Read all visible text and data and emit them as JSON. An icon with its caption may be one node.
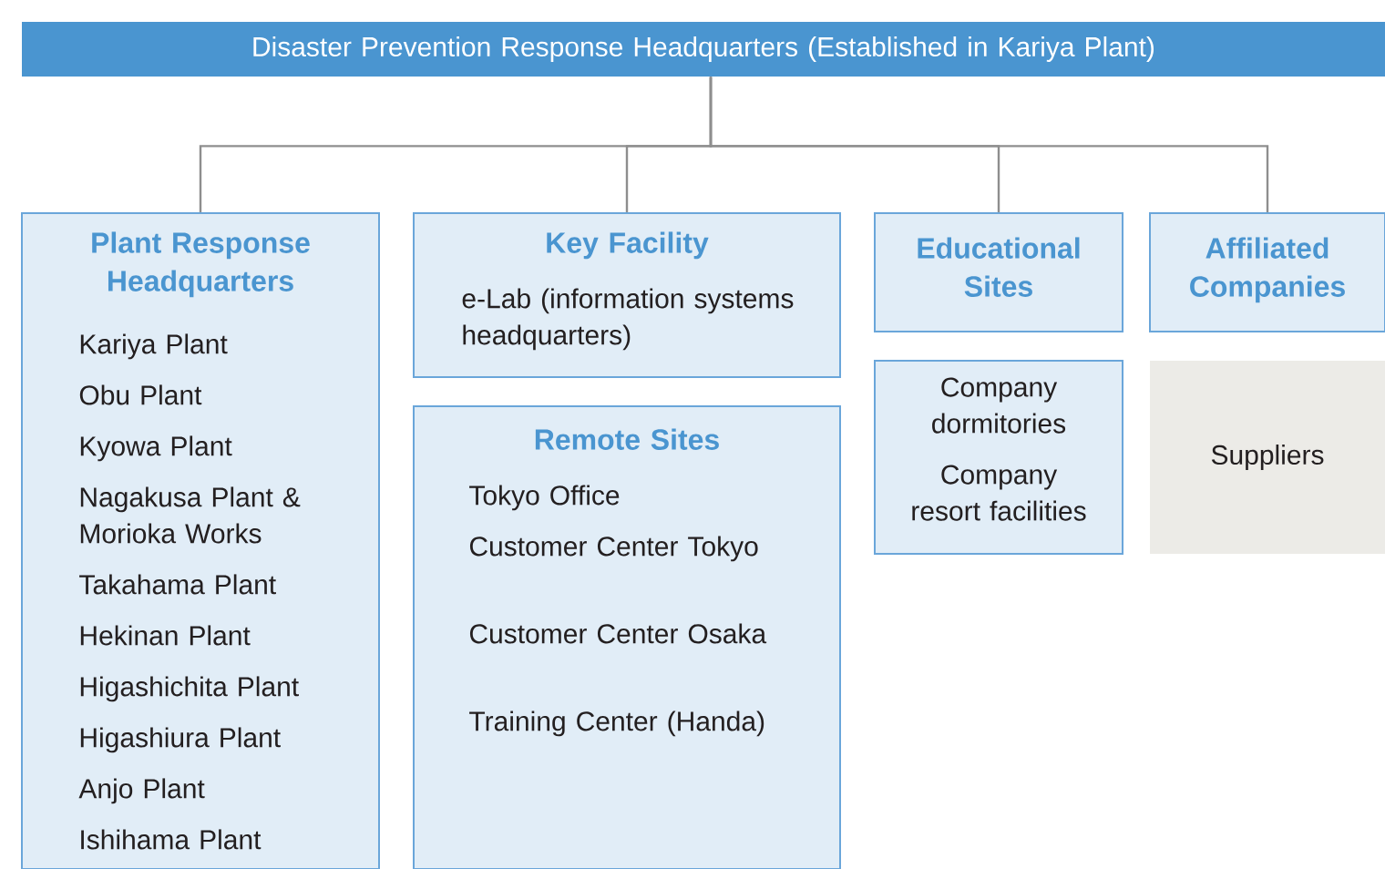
{
  "diagram": {
    "nodes": [
      {
        "text": [
          "Disaster Prevention Response Headquarters (Established in Kariya Plant)"
        ]
      },
      {
        "text": [
          "Plant Response Headquarters",
          "Kariya Plant",
          "Obu Plant",
          "Kyowa Plant",
          "Nagakusa Plant & Morioka Works",
          "Takahama Plant",
          "Hekinan Plant",
          "Higashichita Plant",
          "Higashiura Plant",
          "Anjo Plant",
          "Ishihama Plant"
        ]
      },
      {
        "text": [
          "Key Facility",
          "e-Lab (information systems headquarters)"
        ]
      },
      {
        "text": [
          "Remote Sites",
          "Tokyo Office",
          "Customer Center Tokyo",
          "Customer Center Osaka",
          "Training Center (Handa)"
        ]
      },
      {
        "text": [
          "Educational Sites"
        ]
      },
      {
        "text": [
          "Company dormitories",
          "Company resort facilities"
        ]
      },
      {
        "text": [
          "Affiliated Companies"
        ]
      },
      {
        "text": [
          "Suppliers"
        ]
      }
    ],
    "edges": [
      {
        "from": 0,
        "to": 1,
        "arrow": "none"
      },
      {
        "from": 0,
        "to": 2,
        "arrow": "none"
      },
      {
        "from": 0,
        "to": 4,
        "arrow": "none"
      },
      {
        "from": 0,
        "to": 6,
        "arrow": "none"
      }
    ]
  }
}
